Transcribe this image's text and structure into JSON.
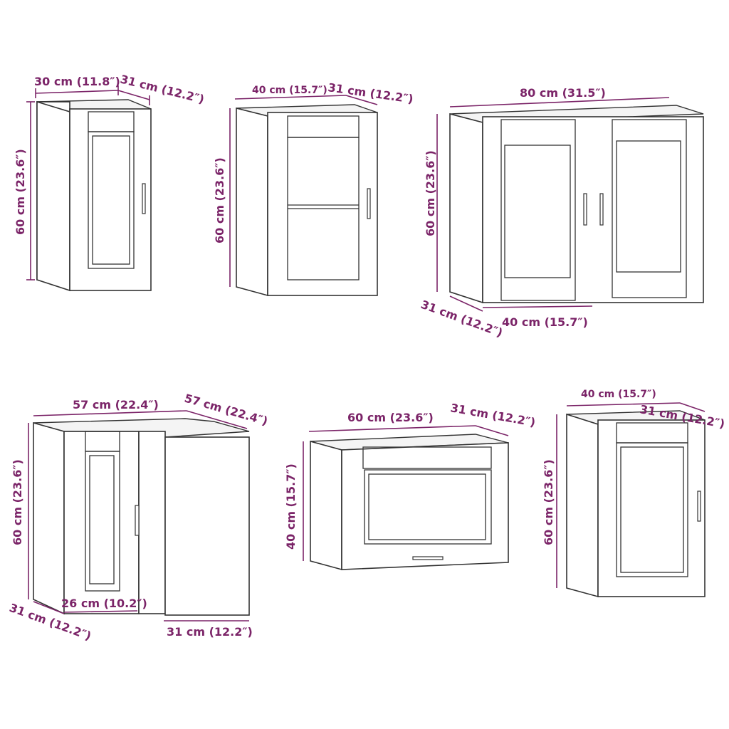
{
  "colors": {
    "dimension": "#7b2468",
    "outline": "#333333"
  },
  "cabinets": [
    {
      "width": "30 cm (11.8″)",
      "depth": "31 cm (12.2″)",
      "height": "60 cm (23.6″)"
    },
    {
      "width": "40 cm (15.7″)",
      "depth": "31 cm (12.2″)",
      "height": "60 cm (23.6″)"
    },
    {
      "width": "80 cm (31.5″)",
      "depth": "31 cm (12.2″)",
      "height": "60 cm (23.6″)",
      "door_width": "40 cm (15.7″)"
    },
    {
      "width": "57 cm (22.4″)",
      "depth": "57 cm (22.4″)",
      "height": "60 cm (23.6″)",
      "inner_width": "26 cm (10.2″)",
      "side_depth": "31 cm (12.2″)",
      "front_depth": "31 cm (12.2″)"
    },
    {
      "width": "60 cm (23.6″)",
      "depth": "31 cm (12.2″)",
      "height": "40 cm (15.7″)"
    },
    {
      "width": "40 cm (15.7″)",
      "depth": "31 cm (12.2″)",
      "height": "60 cm (23.6″)"
    }
  ]
}
